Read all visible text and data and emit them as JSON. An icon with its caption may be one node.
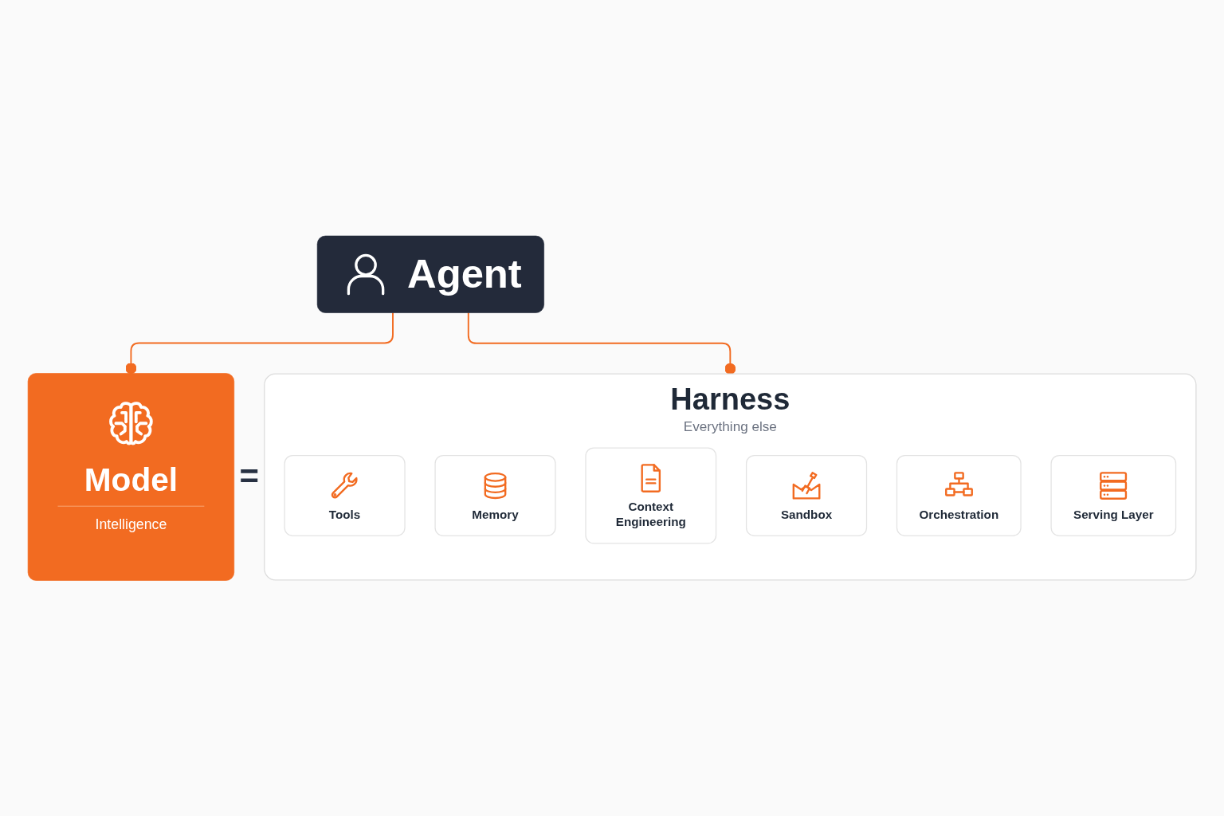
{
  "diagram": {
    "nodes": [
      {
        "text": [
          "Agent"
        ]
      },
      {
        "text": [
          "Model",
          "Intelligence"
        ]
      },
      {
        "text": [
          "Harness",
          "Everything else"
        ]
      },
      {
        "text": [
          "Tools"
        ],
        "in": 2
      },
      {
        "text": [
          "Memory"
        ],
        "in": 2
      },
      {
        "text": [
          "Context Engineering"
        ],
        "in": 2
      },
      {
        "text": [
          "Sandbox"
        ],
        "in": 2
      },
      {
        "text": [
          "Orchestration"
        ],
        "in": 2
      },
      {
        "text": [
          "Serving Layer"
        ],
        "in": 2
      }
    ],
    "edges": [
      {
        "from": 0,
        "to": 1,
        "arrow": "other"
      },
      {
        "from": 0,
        "to": 2,
        "arrow": "other"
      }
    ],
    "labels": [
      "="
    ]
  }
}
